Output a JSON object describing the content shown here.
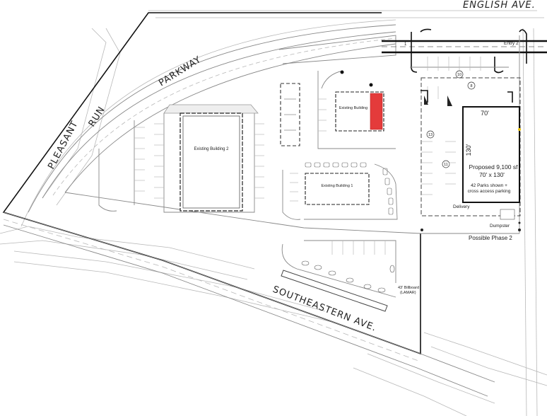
{
  "streets": {
    "english_ave": "ENGLISH AVE.",
    "pleasant": "PLEASANT",
    "run": "RUN",
    "parkway": "PARKWAY",
    "southeastern_ave": "SOUTHEASTERN AVE."
  },
  "buildings": {
    "existing_1": "Existing Building 1",
    "existing_2": "Existing Building 2",
    "existing_3": "Existing Building",
    "proposed_width": "70'",
    "proposed_depth": "130'",
    "proposed_title": "Proposed 9,100 sf",
    "proposed_size": "70' x 130'",
    "parking_note_1": "42 Parks shown +",
    "parking_note_2": "cross access parking"
  },
  "labels": {
    "entry_1": "1",
    "entry_2": "Entry 2",
    "delivery": "Delivery",
    "dumpster": "Dumpster",
    "possible_phase": "Possible Phase 2",
    "billboard_1": "43' Billboard",
    "billboard_2": "(LAMAR)",
    "count_10": "10",
    "count_8": "8",
    "count_13": "13",
    "count_11": "11"
  },
  "colors": {
    "highlight": "#e43b3b"
  }
}
